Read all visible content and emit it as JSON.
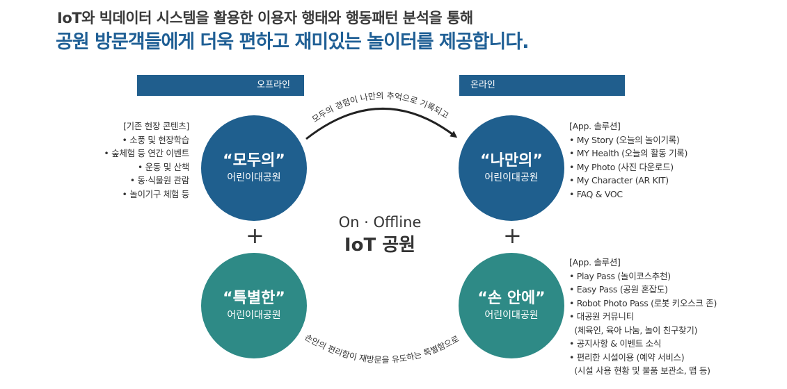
{
  "header": {
    "line1": "IoT와 빅데이터 시스템을 활용한 이용자 행태와 행동패턴 분석을 통해",
    "line2": "공원 방문객들에게 더욱 편하고 재미있는 놀이터를 제공합니다."
  },
  "offline": {
    "label": "오프라인",
    "circle": {
      "name": "“모두의”",
      "sub": "어린이대공원"
    },
    "items": [
      "[기존 현장 콘텐츠]",
      "• 소풍 및 현장학습",
      "• 숲체험 등 연간 이벤트",
      "• 운동 및 산책",
      "• 동·식물원 관람",
      "• 놀이기구 체험 등"
    ]
  },
  "online": {
    "label": "온라인",
    "circle": {
      "name": "“나만의”",
      "sub": "어린이대공원"
    },
    "items": [
      "[App. 솔루션]",
      "• My Story (오늘의 놀이기록)",
      "• MY Health (오늘의 활동 기록)",
      "• My Photo (사진 다운로드)",
      "• My Character (AR KIT)",
      "• FAQ & VOC"
    ]
  },
  "special": {
    "name": "“특별한”",
    "sub": "어린이대공원"
  },
  "hand": {
    "circle": {
      "name": "“손 안에”",
      "sub": "어린이대공원"
    },
    "items": [
      "[App. 솔루션]",
      "• Play Pass (놀이코스추천)",
      "• Easy Pass (공원 혼잡도)",
      "• Robot Photo Pass (로봇 키오스크 존)",
      "• 대공원 커뮤니티",
      "  (체육인, 육아 나눔, 놀이 친구찾기)",
      "• 공지사항 & 이벤트 소식",
      "• 편리한 시설이용 (예약 서비스)",
      "  (시설 사용 현황 및 물품 보관소, 맵 등)"
    ]
  },
  "center": {
    "line1": "On · Offline",
    "line2": "IoT 공원"
  },
  "plus": "+",
  "arcs": {
    "top": "모두의 경험이 나만의 추억으로 기록되고",
    "bottom": "손안의 편리함이 재방문을 유도하는 특별함으로"
  }
}
